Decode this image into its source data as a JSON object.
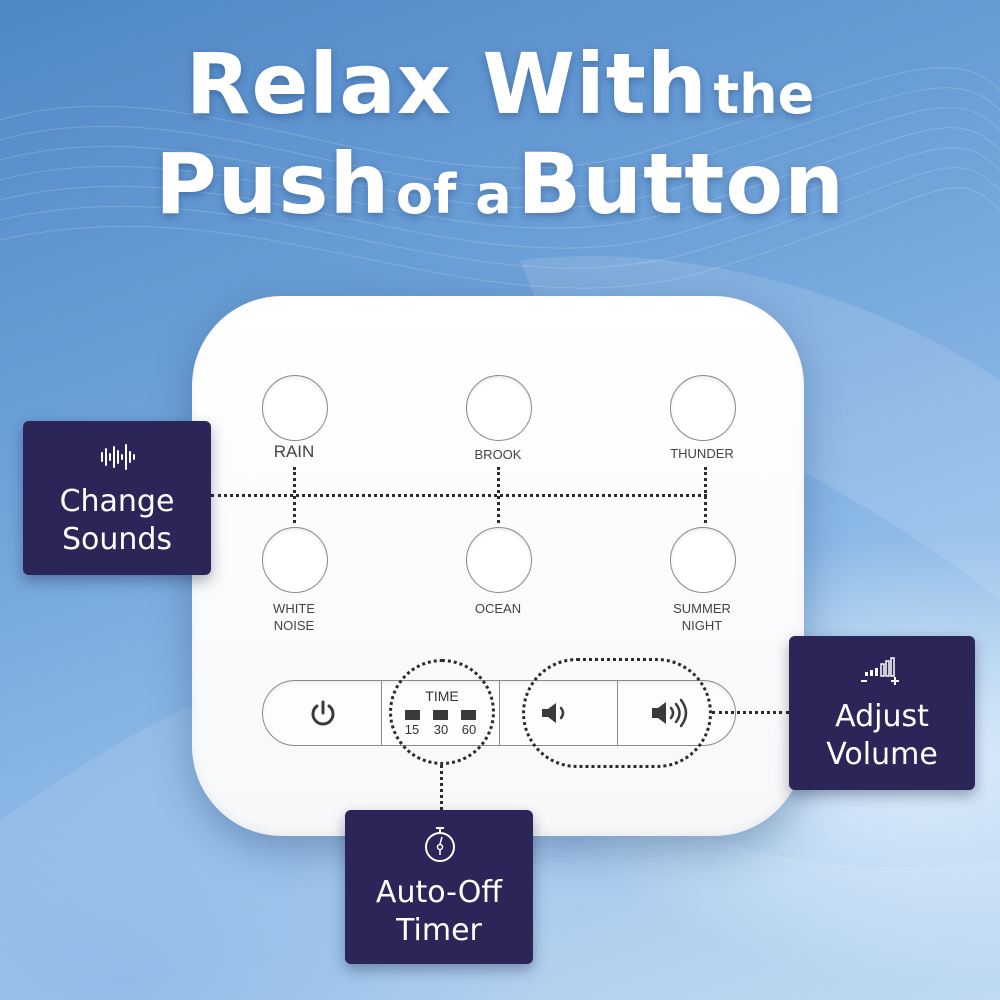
{
  "headline": {
    "line1_big": "Relax With",
    "line1_small": "the",
    "line2_big_a": "Push",
    "line2_small": "of a",
    "line2_big_b": "Button"
  },
  "sounds": {
    "rain": "RAIN",
    "brook": "BROOK",
    "thunder": "THUNDER",
    "white_noise": [
      "WHITE",
      "NOISE"
    ],
    "ocean": "OCEAN",
    "summer_night": [
      "SUMMER",
      "NIGHT"
    ]
  },
  "timer": {
    "title": "TIME",
    "options": [
      "15",
      "30",
      "60"
    ]
  },
  "callouts": {
    "change_sounds": [
      "Change",
      "Sounds"
    ],
    "adjust_volume": [
      "Adjust",
      "Volume"
    ],
    "auto_off_timer": [
      "Auto-Off",
      "Timer"
    ]
  },
  "icons": {
    "change_sounds": "sound-wave-icon",
    "adjust_volume": "volume-bars-icon",
    "auto_off_timer": "stopwatch-icon",
    "power": "power-icon",
    "volume_down": "volume-down-icon",
    "volume_up": "volume-up-icon"
  },
  "colors": {
    "callout_bg": "#2b2657",
    "background": "#6ea1d8",
    "device": "#ffffff"
  }
}
